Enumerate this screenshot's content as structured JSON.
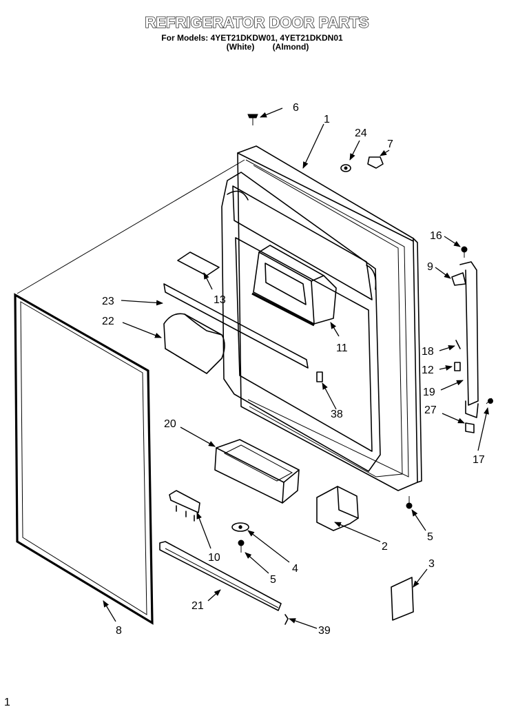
{
  "title": "REFRIGERATOR DOOR PARTS",
  "models_line": "For Models: 4YET21DKDW01, 4YET21DKDN01",
  "colors_white": "(White)",
  "colors_almond": "(Almond)",
  "callouts": {
    "p1": "1",
    "p2": "2",
    "p3": "3",
    "p4": "4",
    "p5a": "5",
    "p5b": "5",
    "p6": "6",
    "p7": "7",
    "p8": "8",
    "p9": "9",
    "p10": "10",
    "p11": "11",
    "p12": "12",
    "p13": "13",
    "p16": "16",
    "p17": "17",
    "p18": "18",
    "p19": "19",
    "p20": "20",
    "p21": "21",
    "p22": "22",
    "p23": "23",
    "p24": "24",
    "p27": "27",
    "p38": "38",
    "p39": "39"
  },
  "page_number": "1"
}
